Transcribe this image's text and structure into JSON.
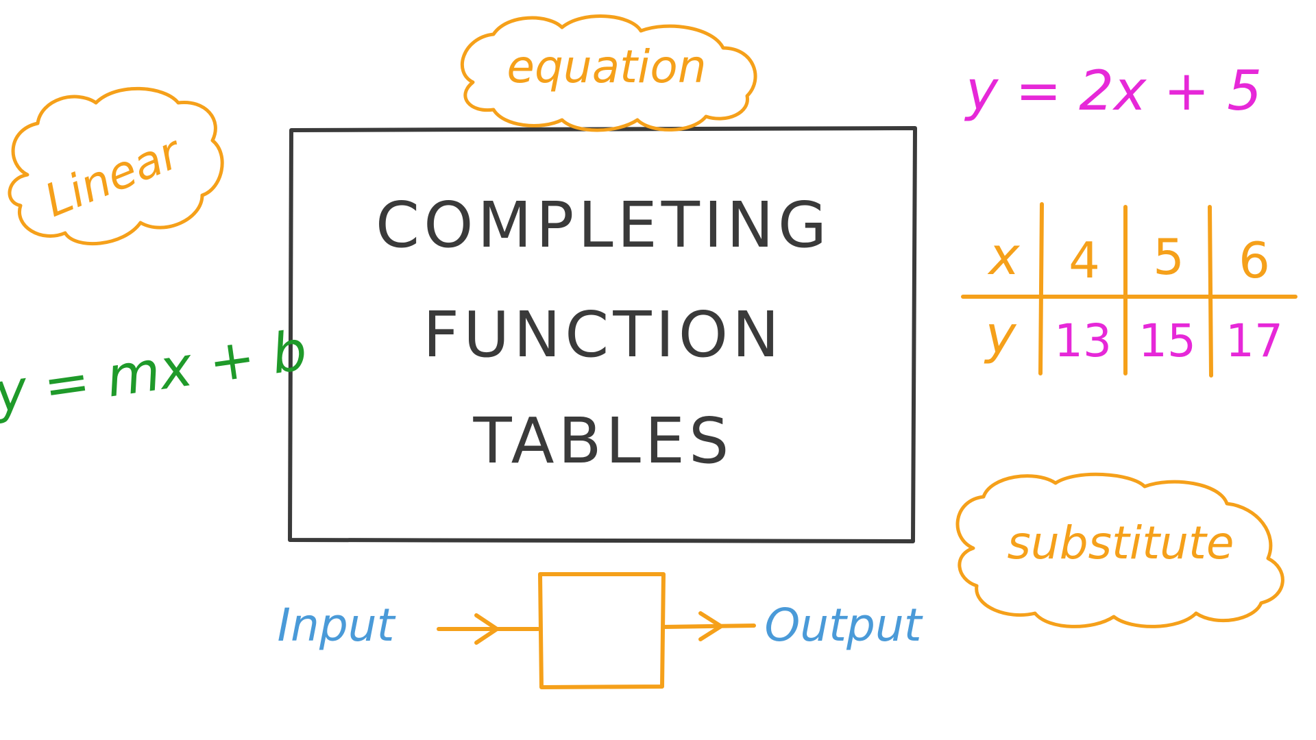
{
  "title": {
    "line1": "COMPLETING",
    "line2": "FUNCTION",
    "line3": "TABLES"
  },
  "clouds": {
    "linear": "Linear",
    "equation": "equation",
    "substitute": "substitute"
  },
  "formulas": {
    "general": "y = mx + b",
    "specific": "y = 2x + 5"
  },
  "function_table": {
    "x_label": "x",
    "y_label": "y",
    "x_values": [
      "4",
      "5",
      "6"
    ],
    "y_values": [
      "13",
      "15",
      "17"
    ]
  },
  "machine": {
    "input_label": "Input",
    "output_label": "Output"
  },
  "colors": {
    "ink": "#3a3a3a",
    "orange": "#f5a01a",
    "green": "#1f9a2a",
    "magenta": "#e628d8",
    "blue": "#4a9ad8"
  }
}
